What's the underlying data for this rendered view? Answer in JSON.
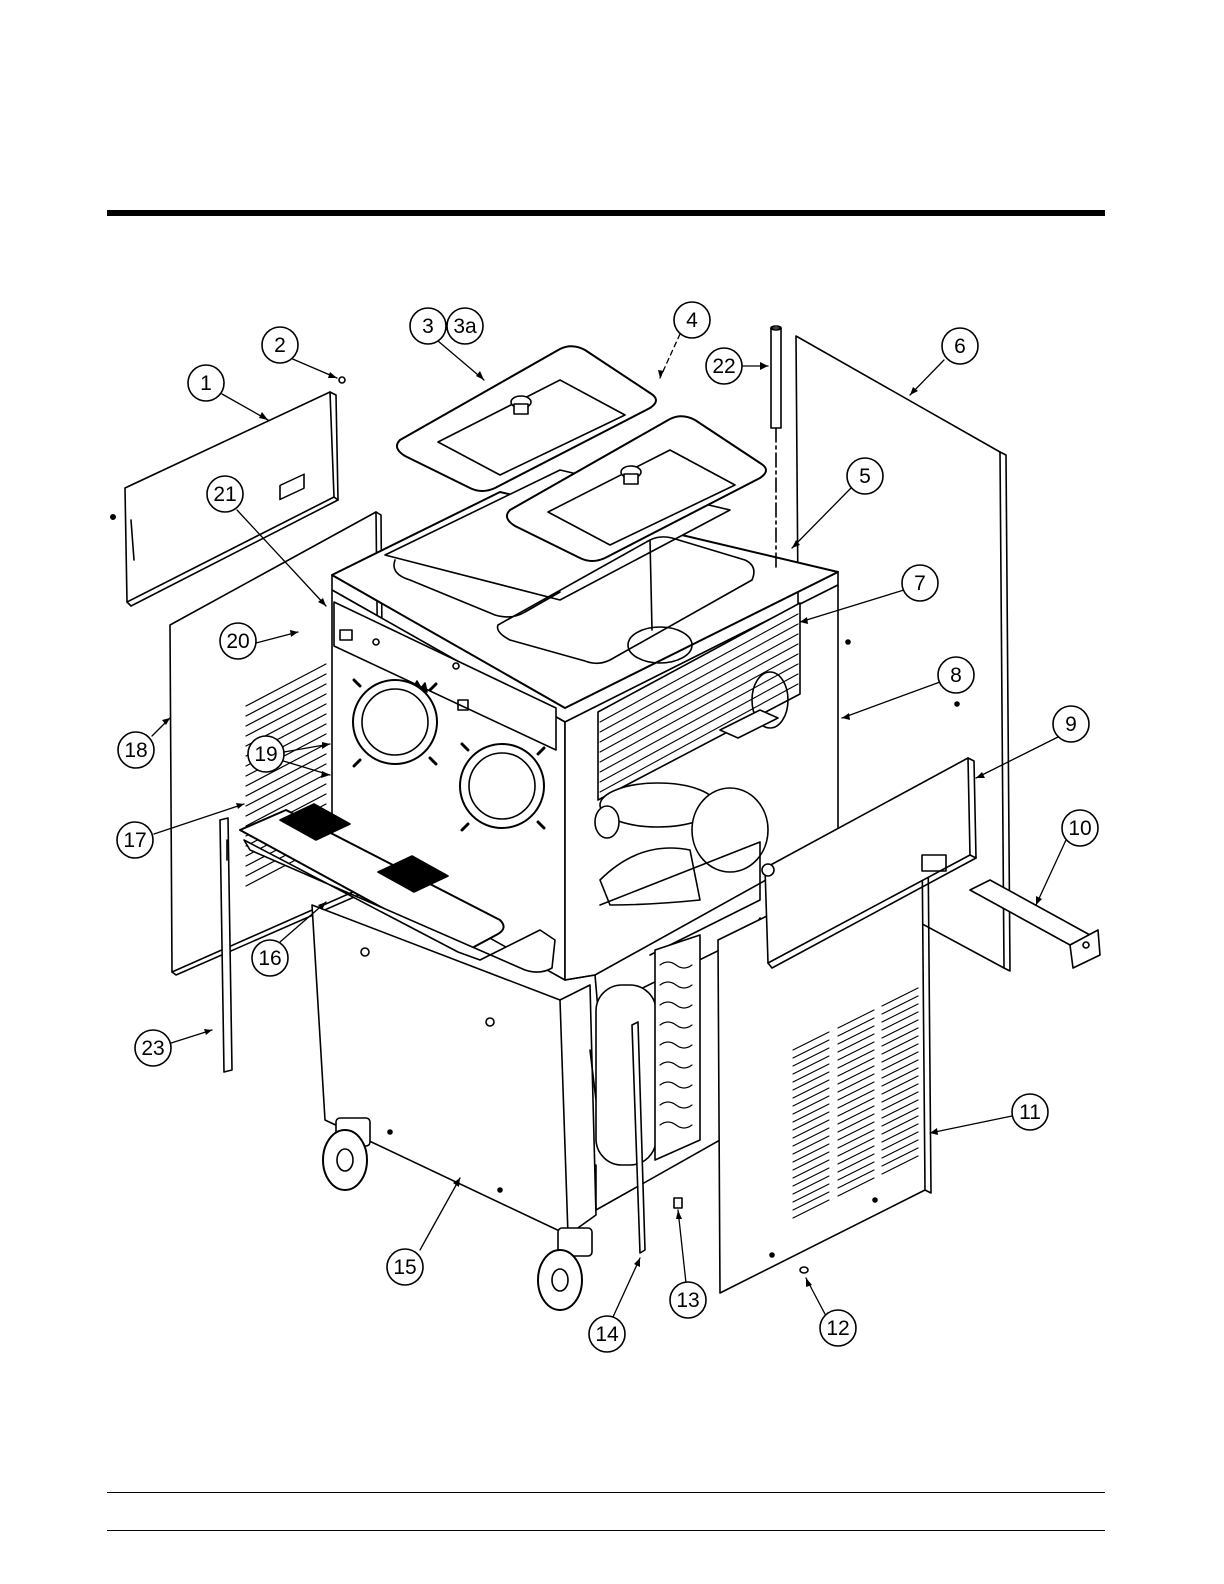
{
  "diagram": {
    "callouts": [
      {
        "id": "c1",
        "label": "1"
      },
      {
        "id": "c2",
        "label": "2"
      },
      {
        "id": "c3",
        "label": "3"
      },
      {
        "id": "c3a",
        "label": "3a"
      },
      {
        "id": "c4",
        "label": "4"
      },
      {
        "id": "c5",
        "label": "5"
      },
      {
        "id": "c6",
        "label": "6"
      },
      {
        "id": "c7",
        "label": "7"
      },
      {
        "id": "c8",
        "label": "8"
      },
      {
        "id": "c9",
        "label": "9"
      },
      {
        "id": "c10",
        "label": "10"
      },
      {
        "id": "c11",
        "label": "11"
      },
      {
        "id": "c12",
        "label": "12"
      },
      {
        "id": "c13",
        "label": "13"
      },
      {
        "id": "c14",
        "label": "14"
      },
      {
        "id": "c15",
        "label": "15"
      },
      {
        "id": "c16",
        "label": "16"
      },
      {
        "id": "c17",
        "label": "17"
      },
      {
        "id": "c18",
        "label": "18"
      },
      {
        "id": "c19",
        "label": "19"
      },
      {
        "id": "c20",
        "label": "20"
      },
      {
        "id": "c21",
        "label": "21"
      },
      {
        "id": "c22",
        "label": "22"
      },
      {
        "id": "c23",
        "label": "23"
      }
    ]
  }
}
